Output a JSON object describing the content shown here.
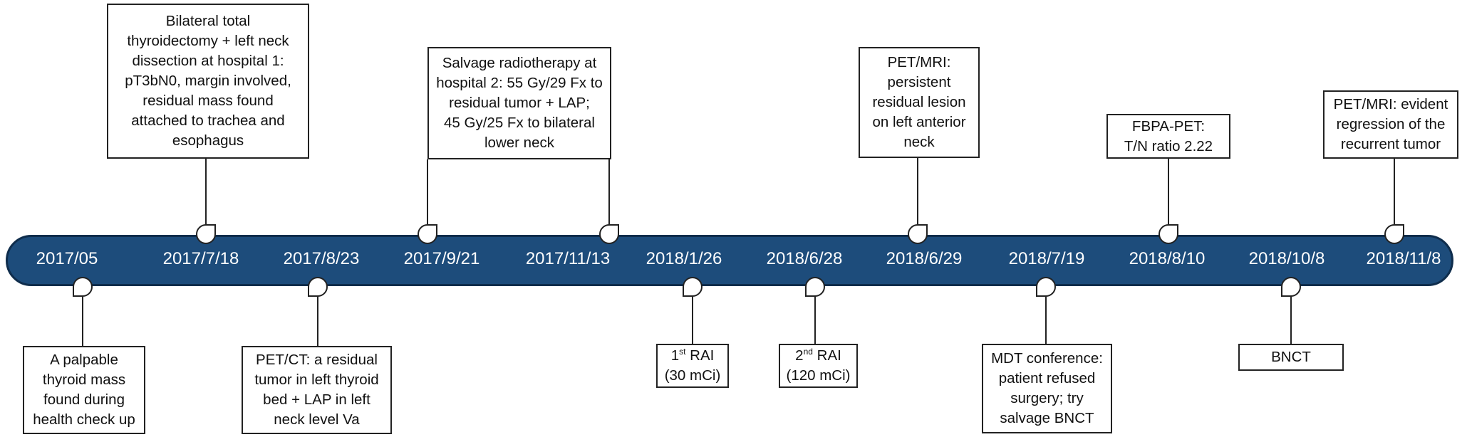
{
  "dates": [
    "2017/05",
    "2017/7/18",
    "2017/8/23",
    "2017/9/21",
    "2017/11/13",
    "2018/1/26",
    "2018/6/28",
    "2018/6/29",
    "2018/7/19",
    "2018/8/10",
    "2018/10/8",
    "2018/11/8"
  ],
  "events_above": {
    "surgery": [
      "Bilateral total",
      "thyroidectomy + left neck",
      "dissection at hospital 1:",
      "pT3bN0, margin involved,",
      "residual mass found",
      "attached to trachea and",
      "esophagus"
    ],
    "radiotherapy": [
      "Salvage radiotherapy at",
      "hospital 2: 55 Gy/29 Fx to",
      "residual tumor + LAP;",
      "45 Gy/25 Fx to bilateral",
      "lower neck"
    ],
    "pet_mri_1": [
      "PET/MRI:",
      "persistent",
      "residual lesion",
      "on left anterior",
      "neck"
    ],
    "fbpa_pet": [
      "FBPA-PET:",
      "T/N ratio 2.22"
    ],
    "pet_mri_2": [
      "PET/MRI: evident",
      "regression of the",
      "recurrent tumor"
    ]
  },
  "events_below": {
    "mass": [
      "A palpable",
      "thyroid mass",
      "found during",
      "health check up"
    ],
    "pet_ct": [
      "PET/CT: a residual",
      "tumor in left thyroid",
      "bed + LAP in left",
      "neck level Va"
    ],
    "rai_1": {
      "num": "1",
      "sup": "st",
      "label": " RAI",
      "dose": "(30 mCi)"
    },
    "rai_2": {
      "num": "2",
      "sup": "nd",
      "label": " RAI",
      "dose": "(120 mCi)"
    },
    "mdt": [
      "MDT conference:",
      "patient refused",
      "surgery; try",
      "salvage BNCT"
    ],
    "bnct": [
      "BNCT"
    ]
  },
  "colors": {
    "bar": "#1d4c7b",
    "bar_border": "#0f2d4c",
    "date_text": "#ffffff",
    "box_border": "#222222"
  }
}
